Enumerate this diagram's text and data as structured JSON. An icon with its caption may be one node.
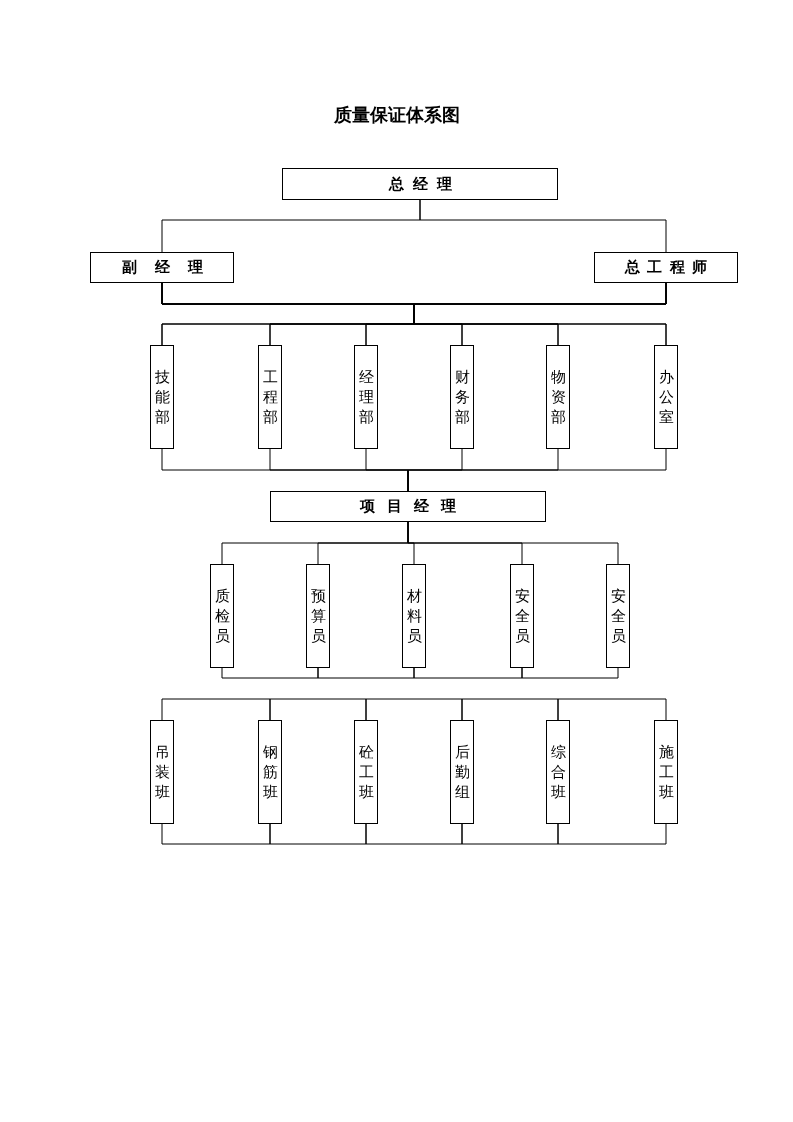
{
  "diagram": {
    "title": "质量保证体系图",
    "nodes": [
      {
        "text": [
          "总经理"
        ]
      },
      {
        "text": [
          "副经理"
        ]
      },
      {
        "text": [
          "总工程师"
        ]
      },
      {
        "text": [
          "技能部"
        ]
      },
      {
        "text": [
          "工程部"
        ]
      },
      {
        "text": [
          "经理部"
        ]
      },
      {
        "text": [
          "财务部"
        ]
      },
      {
        "text": [
          "物资部"
        ]
      },
      {
        "text": [
          "办公室"
        ]
      },
      {
        "text": [
          "项目经理"
        ]
      },
      {
        "text": [
          "质检员"
        ]
      },
      {
        "text": [
          "预算员"
        ]
      },
      {
        "text": [
          "材料员"
        ]
      },
      {
        "text": [
          "安全员"
        ]
      },
      {
        "text": [
          "安全员"
        ]
      },
      {
        "text": [
          "吊装班"
        ]
      },
      {
        "text": [
          "钢筋班"
        ]
      },
      {
        "text": [
          "砼工班"
        ]
      },
      {
        "text": [
          "后勤组"
        ]
      },
      {
        "text": [
          "综合班"
        ]
      },
      {
        "text": [
          "施工班"
        ]
      }
    ],
    "edges": [
      {
        "from": 0,
        "to": 1,
        "arrow": "none"
      },
      {
        "from": 0,
        "to": 2,
        "arrow": "none"
      },
      {
        "from": 1,
        "to": 3,
        "arrow": "none"
      },
      {
        "from": 1,
        "to": 4,
        "arrow": "none"
      },
      {
        "from": 1,
        "to": 5,
        "arrow": "none"
      },
      {
        "from": 1,
        "to": 6,
        "arrow": "none"
      },
      {
        "from": 1,
        "to": 7,
        "arrow": "none"
      },
      {
        "from": 1,
        "to": 8,
        "arrow": "none"
      },
      {
        "from": 2,
        "to": 3,
        "arrow": "none"
      },
      {
        "from": 2,
        "to": 4,
        "arrow": "none"
      },
      {
        "from": 2,
        "to": 5,
        "arrow": "none"
      },
      {
        "from": 2,
        "to": 6,
        "arrow": "none"
      },
      {
        "from": 2,
        "to": 7,
        "arrow": "none"
      },
      {
        "from": 2,
        "to": 8,
        "arrow": "none"
      },
      {
        "from": 3,
        "to": 9,
        "arrow": "none"
      },
      {
        "from": 4,
        "to": 9,
        "arrow": "none"
      },
      {
        "from": 5,
        "to": 9,
        "arrow": "none"
      },
      {
        "from": 6,
        "to": 9,
        "arrow": "none"
      },
      {
        "from": 7,
        "to": 9,
        "arrow": "none"
      },
      {
        "from": 8,
        "to": 9,
        "arrow": "none"
      },
      {
        "from": 9,
        "to": 10,
        "arrow": "none"
      },
      {
        "from": 9,
        "to": 11,
        "arrow": "none"
      },
      {
        "from": 9,
        "to": 12,
        "arrow": "none"
      },
      {
        "from": 9,
        "to": 13,
        "arrow": "none"
      },
      {
        "from": 9,
        "to": 14,
        "arrow": "none"
      },
      {
        "from": 10,
        "to": 11,
        "arrow": "none"
      },
      {
        "from": 11,
        "to": 12,
        "arrow": "none"
      },
      {
        "from": 12,
        "to": 13,
        "arrow": "none"
      },
      {
        "from": 13,
        "to": 14,
        "arrow": "none"
      },
      {
        "from": 15,
        "to": 16,
        "arrow": "none"
      },
      {
        "from": 16,
        "to": 17,
        "arrow": "none"
      },
      {
        "from": 17,
        "to": 18,
        "arrow": "none"
      },
      {
        "from": 18,
        "to": 19,
        "arrow": "none"
      },
      {
        "from": 19,
        "to": 20,
        "arrow": "none"
      },
      {
        "from": 15,
        "to": 16,
        "arrow": "none"
      },
      {
        "from": 16,
        "to": 17,
        "arrow": "none"
      },
      {
        "from": 17,
        "to": 18,
        "arrow": "none"
      },
      {
        "from": 18,
        "to": 19,
        "arrow": "none"
      },
      {
        "from": 19,
        "to": 20,
        "arrow": "none"
      }
    ]
  }
}
